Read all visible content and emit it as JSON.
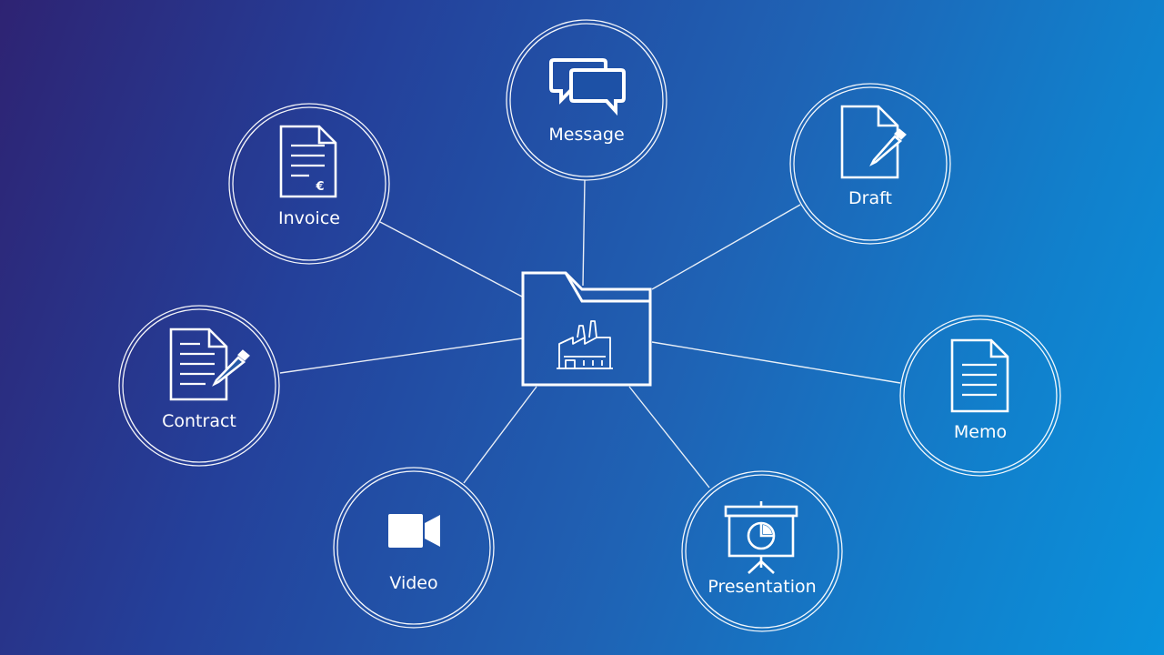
{
  "diagram": {
    "center": {
      "icon": "factory-folder-icon"
    },
    "nodes": [
      {
        "id": "message",
        "label": "Message",
        "icon": "chat-bubbles-icon"
      },
      {
        "id": "draft",
        "label": "Draft",
        "icon": "document-pencil-icon"
      },
      {
        "id": "memo",
        "label": "Memo",
        "icon": "document-icon"
      },
      {
        "id": "presentation",
        "label": "Presentation",
        "icon": "presentation-board-icon"
      },
      {
        "id": "video",
        "label": "Video",
        "icon": "video-camera-icon"
      },
      {
        "id": "contract",
        "label": "Contract",
        "icon": "contract-pencil-icon"
      },
      {
        "id": "invoice",
        "label": "Invoice",
        "icon": "invoice-euro-icon"
      }
    ]
  },
  "colors": {
    "background_start": "#2e2373",
    "background_end": "#0a92dc",
    "foreground": "#ffffff"
  }
}
